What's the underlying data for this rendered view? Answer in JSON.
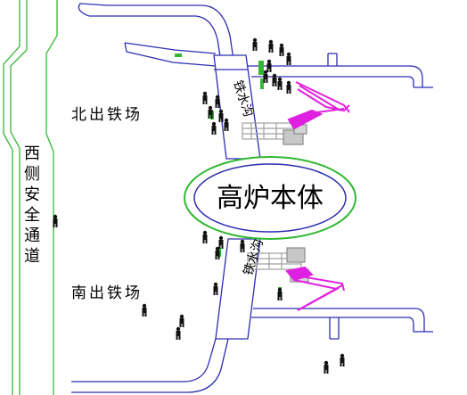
{
  "diagram": {
    "furnace_label": "高炉本体",
    "north_yard_label": "北出铁场",
    "south_yard_label": "南出铁场",
    "west_passage_chars": [
      "西",
      "侧",
      "安",
      "全",
      "通",
      "道"
    ],
    "trough_label_north": "铁水沟",
    "trough_label_south": "铁水沟",
    "colors": {
      "road_outline": "#2d2db0",
      "road_fill": "#ffffff",
      "furnace_ring": "#33b833",
      "safety_line": "#33b833",
      "equipment": "#e020e0",
      "machinery": "#a0a0a0",
      "worker": "#111111",
      "worker_accent": "#33b833"
    },
    "icons": [
      "worker-icon",
      "tapping-machine-icon",
      "clay-gun-icon"
    ]
  }
}
